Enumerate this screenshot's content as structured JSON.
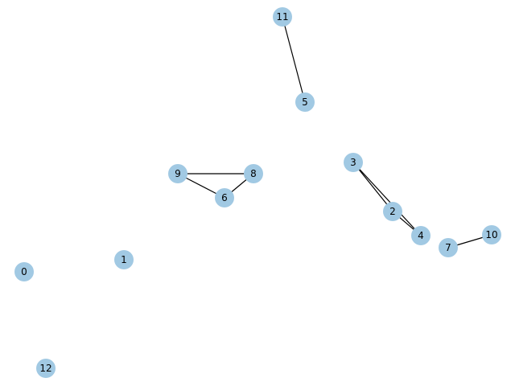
{
  "graph": {
    "node_color": "#a1c9e3",
    "edge_color": "#000000",
    "nodes": [
      {
        "id": "0",
        "label": "0"
      },
      {
        "id": "1",
        "label": "1"
      },
      {
        "id": "2",
        "label": "2"
      },
      {
        "id": "3",
        "label": "3"
      },
      {
        "id": "4",
        "label": "4"
      },
      {
        "id": "5",
        "label": "5"
      },
      {
        "id": "6",
        "label": "6"
      },
      {
        "id": "7",
        "label": "7"
      },
      {
        "id": "8",
        "label": "8"
      },
      {
        "id": "9",
        "label": "9"
      },
      {
        "id": "10",
        "label": "10"
      },
      {
        "id": "11",
        "label": "11"
      },
      {
        "id": "12",
        "label": "12"
      }
    ],
    "edges": [
      {
        "source": "11",
        "target": "5"
      },
      {
        "source": "9",
        "target": "8"
      },
      {
        "source": "9",
        "target": "6"
      },
      {
        "source": "6",
        "target": "8"
      },
      {
        "source": "3",
        "target": "2"
      },
      {
        "source": "3",
        "target": "4"
      },
      {
        "source": "2",
        "target": "4"
      },
      {
        "source": "7",
        "target": "10"
      }
    ]
  }
}
